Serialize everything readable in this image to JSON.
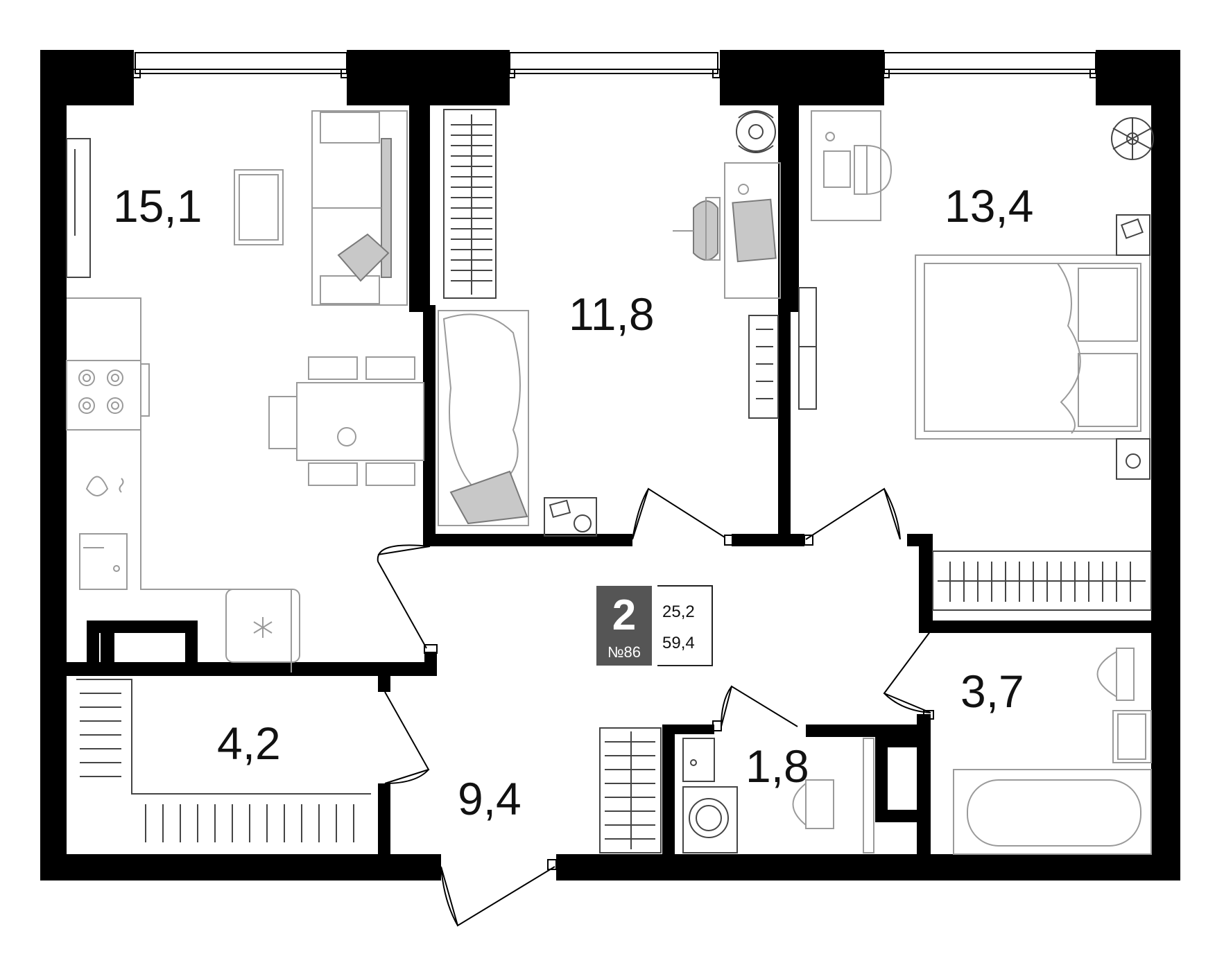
{
  "plan": {
    "rooms": [
      {
        "id": "living-kitchen",
        "area": "15,1"
      },
      {
        "id": "bedroom-1",
        "area": "11,8"
      },
      {
        "id": "bedroom-2",
        "area": "13,4"
      },
      {
        "id": "storage",
        "area": "4,2"
      },
      {
        "id": "hall",
        "area": "9,4"
      },
      {
        "id": "wc",
        "area": "1,8"
      },
      {
        "id": "bathroom",
        "area": "3,7"
      }
    ],
    "info": {
      "rooms_count": "2",
      "apartment_number": "№86",
      "living_area": "25,2",
      "total_area": "59,4"
    },
    "colors": {
      "wall": "#000000",
      "furniture": "#9a9a9a",
      "badge": "#555555"
    }
  }
}
